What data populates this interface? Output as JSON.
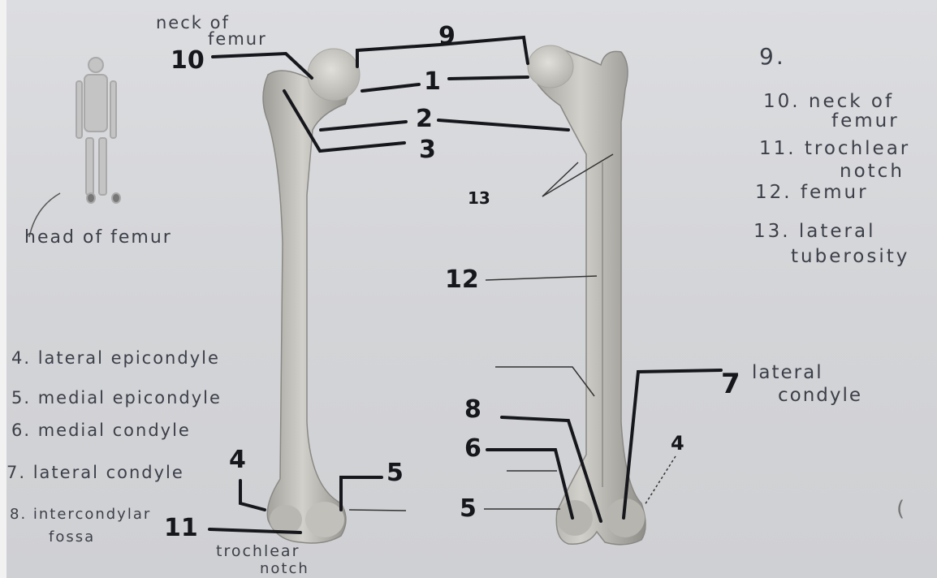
{
  "labels": {
    "neck_top_line1": "neck of",
    "neck_top_line2": "femur",
    "head_of_femur": "head of femur",
    "left_list": [
      "4. lateral epicondyle",
      "5. medial epicondyle",
      "6. medial condyle",
      "7. lateral condyle",
      "8. intercondylar",
      "fossa"
    ],
    "trochlear_line1": "trochlear",
    "trochlear_line2": "notch",
    "right_list": [
      "9.",
      "10. neck of",
      "femur",
      "11. trochlear",
      "notch",
      "12. femur",
      "13. lateral",
      "tuberosity"
    ],
    "lateral_condyle_line1": "lateral",
    "lateral_condyle_line2": "condyle",
    "corner_mark": "("
  },
  "numbers": {
    "n10": "10",
    "n9": "9",
    "n1": "1",
    "n2": "2",
    "n3": "3",
    "n13": "13",
    "n12": "12",
    "n4": "4",
    "n5_left": "5",
    "n11": "11",
    "n8": "8",
    "n6": "6",
    "n5_right": "5",
    "n7": "7",
    "n4_right": "4"
  },
  "colors": {
    "paper": "#d6d7d9",
    "bone": "#bfbdb6",
    "ink": "#16171c",
    "pencil": "#3c3f49"
  }
}
